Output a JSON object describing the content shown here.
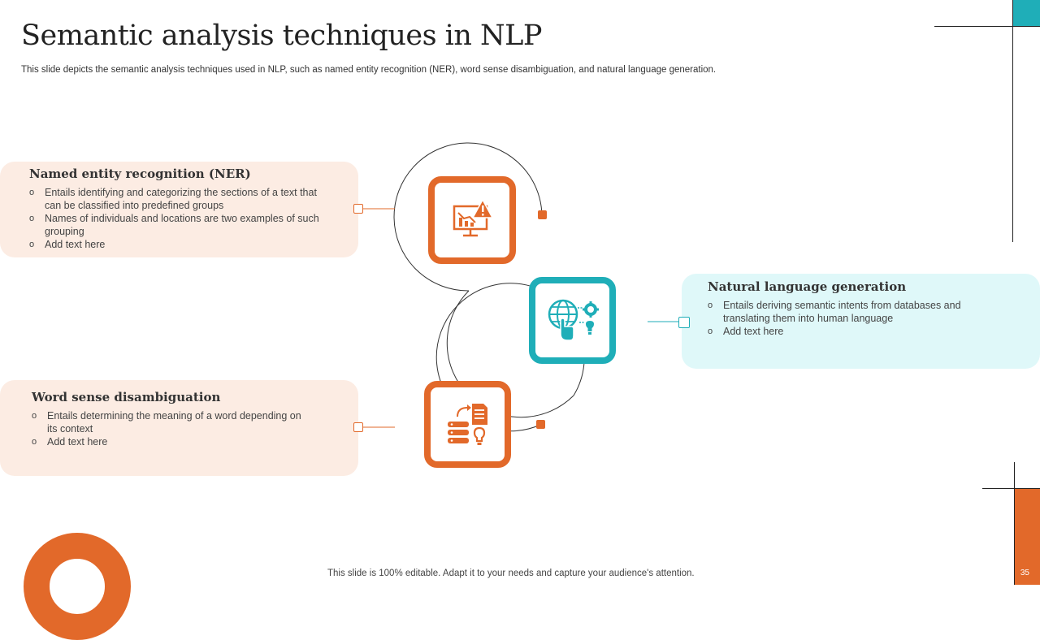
{
  "header": {
    "title": "Semantic analysis techniques in NLP",
    "subtitle": "This slide depicts the semantic analysis techniques used in NLP, such as named entity recognition (NER), word sense disambiguation, and natural language generation."
  },
  "cards": {
    "ner": {
      "title": "Named entity recognition (NER)",
      "bullets": [
        "Entails identifying and categorizing the sections of a text that can be classified into predefined groups",
        "Names of individuals  and locations are two examples of such grouping",
        "Add text here"
      ]
    },
    "nlg": {
      "title": "Natural language generation",
      "bullets": [
        "Entails deriving  semantic intents from databases and translating them into human language",
        "Add text here"
      ]
    },
    "wsd": {
      "title": "Word sense disambiguation",
      "bullets": [
        "Entails determining the meaning of a word depending on its context",
        "Add text here"
      ]
    }
  },
  "icons": {
    "ner": "warning-monitor-chart-icon",
    "nlg": "globe-hand-gear-bulb-icon",
    "wsd": "data-document-bulb-icon"
  },
  "footer": {
    "note": "This slide is 100% editable. Adapt it to your needs and capture your audience's attention.",
    "page_number": "35"
  },
  "colors": {
    "orange": "#E2692A",
    "teal": "#1FAEB8",
    "peach_bg": "#FCECE3",
    "light_teal_bg": "#DFF8F9"
  }
}
